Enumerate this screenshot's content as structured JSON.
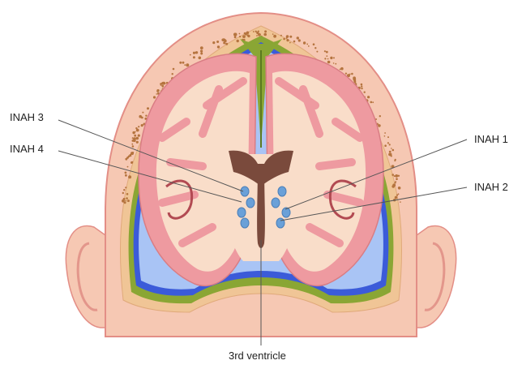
{
  "diagram": {
    "labels": {
      "inah3": "INAH 3",
      "inah4": "INAH 4",
      "inah1": "INAH 1",
      "inah2": "INAH 2",
      "third_ventricle": "3rd ventricle"
    },
    "colors": {
      "skin": "#f6c8b3",
      "skin_outline": "#e38e86",
      "skull": "#f2c99b",
      "skull_dots": "#b5743f",
      "dura": "#8aa634",
      "csf": "#3b5bd9",
      "csf_light": "#a9c4f5",
      "gray_matter": "#ee9aa0",
      "white_matter": "#f9ddc9",
      "ventricle": "#7a4a3c",
      "nucleus": "#6aa0d8",
      "leader_line": "#555555"
    }
  }
}
